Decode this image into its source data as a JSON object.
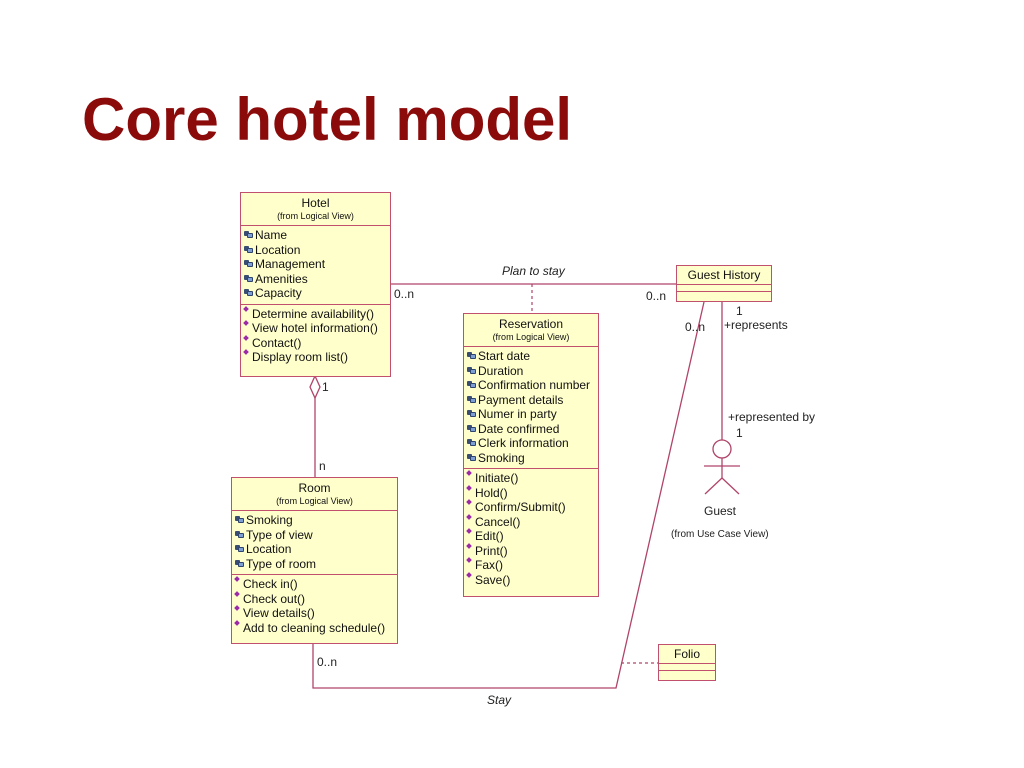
{
  "title": "Core hotel model",
  "classes": {
    "hotel": {
      "name": "Hotel",
      "from": "(from Logical View)",
      "attributes": [
        "Name",
        "Location",
        "Management",
        "Amenities",
        "Capacity"
      ],
      "operations": [
        "Determine availability()",
        "View hotel information()",
        "Contact()",
        "Display room list()"
      ]
    },
    "reservation": {
      "name": "Reservation",
      "from": "(from Logical View)",
      "attributes": [
        "Start date",
        "Duration",
        "Confirmation number",
        "Payment details",
        "Numer in party",
        "Date confirmed",
        "Clerk information",
        "Smoking"
      ],
      "operations": [
        "Initiate()",
        "Hold()",
        "Confirm/Submit()",
        "Cancel()",
        "Edit()",
        "Print()",
        "Fax()",
        "Save()"
      ]
    },
    "room": {
      "name": "Room",
      "from": "(from Logical View)",
      "attributes": [
        "Smoking",
        "Type of view",
        "Location",
        "Type of room"
      ],
      "operations": [
        "Check in()",
        "Check out()",
        "View details()",
        "Add to cleaning schedule()"
      ]
    },
    "guest_history": {
      "name": "Guest History"
    },
    "folio": {
      "name": "Folio"
    }
  },
  "actor": {
    "name": "Guest",
    "from": "(from Use Case View)"
  },
  "associations": {
    "plan_to_stay": "Plan to stay",
    "stay": "Stay",
    "hotel_mult_plan": "0..n",
    "guesthistory_mult_plan": "0..n",
    "hotel_mult_room": "1",
    "room_mult_hotel": "n",
    "room_mult_stay": "0..n",
    "guesthistory_mult_stay": "0..n",
    "guesthistory_mult_guest": "1",
    "represents": "+represents",
    "represented_by": "+represented by",
    "guest_mult": "1"
  }
}
